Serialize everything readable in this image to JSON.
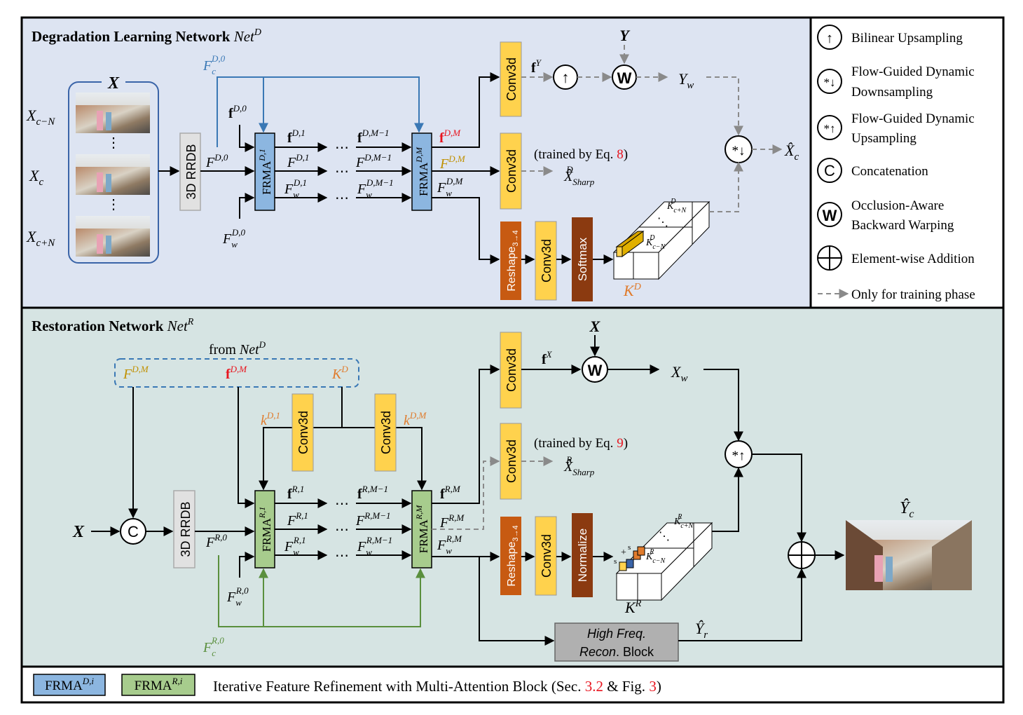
{
  "colors": {
    "deg_bg": "#dde4f2",
    "res_bg": "#d6e4e3",
    "frma_d": "#8cb6e0",
    "frma_r": "#a7cc8d",
    "conv": "#ffd24d",
    "reshape": "#c75a12",
    "softmax": "#8b3a10",
    "orange_text": "#e07b2c",
    "gold_text": "#c09000",
    "red_text": "#e8141e",
    "blue_text": "#3a78b5",
    "green_text": "#5a8f3d"
  },
  "deg": {
    "title": "Degradation Learning Network",
    "title_sym": "Net",
    "title_sup": "D",
    "x_label": "X",
    "inputs": [
      "X",
      "X",
      "X"
    ],
    "input_subs": [
      "c−N",
      "c",
      "c+N"
    ],
    "dots": "⋮",
    "rrdb": "3D RRDB",
    "fc": "F",
    "fc_sub": "c",
    "fc_sup": "D,0",
    "f_bold": "f",
    "f_sup0": "D,0",
    "F": "F",
    "F_sup0": "D,0",
    "Fw_sub": "w",
    "Fw_sup0": "D,0",
    "frma1": "FRMA",
    "frma1_sup": "D,1",
    "frmaM": "FRMA",
    "frmaM_sup": "D,M",
    "sup1": "D,1",
    "supM1": "D,M−1",
    "supM": "D,M",
    "ellipsis": "⋯",
    "conv": "Conv3d",
    "fY": "f",
    "fY_sup": "Y",
    "Y": "Y",
    "Yw": "Y",
    "Yw_sub": "w",
    "trained_pre": "(trained by Eq. ",
    "trained_num": "8",
    "trained_post": ")",
    "xsharp": "X̂",
    "xsharp_sub": "Sharp",
    "xsharp_sup": "D",
    "xc": "X̂",
    "xc_sub": "c",
    "reshape": "Reshape",
    "reshape_sub": "3→4",
    "softmax": "Softmax",
    "K": "K",
    "K_sup": "D",
    "kc_top": "K",
    "kc_top_sub": "c+N",
    "kc_top_sup": "D",
    "kc_bot": "K",
    "kc_bot_sub": "c−N",
    "kc_bot_sup": "D",
    "cube_dots": "⋱"
  },
  "legend": {
    "items": [
      {
        "sym": "↑",
        "label": "Bilinear Upsampling"
      },
      {
        "sym": "*↓",
        "label": "Flow-Guided Dynamic",
        "label2": "Downsampling"
      },
      {
        "sym": "*↑",
        "label": "Flow-Guided Dynamic",
        "label2": "Upsampling"
      },
      {
        "sym": "C",
        "label": "Concatenation"
      },
      {
        "sym": "W",
        "label": "Occlusion-Aware",
        "label2": "Backward Warping"
      },
      {
        "sym": "+",
        "label": "Element-wise Addition"
      },
      {
        "sym": "",
        "label": "Only for training phase"
      }
    ]
  },
  "res": {
    "title": "Restoration Network",
    "title_sym": "Net",
    "title_sup": "R",
    "from_pre": "from ",
    "from_sym": "Net",
    "from_sup": "D",
    "F_DM": "F",
    "F_DM_sup": "D,M",
    "f_DM": "f",
    "f_DM_sup": "D,M",
    "K_D": "K",
    "K_D_sup": "D",
    "k1": "k",
    "k1_sup": "D,1",
    "kM": "k",
    "kM_sup": "D,M",
    "X": "X",
    "concat": "C",
    "rrdb": "3D RRDB",
    "F": "F",
    "F_sup0": "R,0",
    "Fw_sub": "w",
    "Fw_sup0": "R,0",
    "fc_sub": "c",
    "fc_sup": "R,0",
    "frma1": "FRMA",
    "frma1_sup": "R,1",
    "frmaM": "FRMA",
    "frmaM_sup": "R,M",
    "sup1": "R,1",
    "supM1": "R,M−1",
    "supM": "R,M",
    "ellipsis": "⋯",
    "conv": "Conv3d",
    "fX": "f",
    "fX_sup": "X",
    "Xtop": "X",
    "Xw": "X",
    "Xw_sub": "w",
    "trained_pre": "(trained by Eq. ",
    "trained_num": "9",
    "trained_post": ")",
    "xsharp": "X̂",
    "xsharp_sub": "Sharp",
    "xsharp_sup": "R",
    "reshape": "Reshape",
    "reshape_sub": "3→4",
    "normalize": "Normalize",
    "K": "K",
    "K_sup": "R",
    "kc_top": "K",
    "kc_top_sub": "c+N",
    "kc_top_sup": "R",
    "kc_bot": "K",
    "kc_bot_sub": "c−N",
    "kc_bot_sup": "R",
    "hf1": "High Freq.",
    "hf2a": "Recon",
    "hf2b": ". Block",
    "yr": "Ŷ",
    "yr_sub": "r",
    "yc": "Ŷ",
    "yc_sub": "c",
    "cube_s": "s",
    "cube_plus": "+",
    "cube_dots": "⋱"
  },
  "footer": {
    "frma_d": "FRMA",
    "frma_d_sup": "D,i",
    "frma_r": "FRMA",
    "frma_r_sup": "R,i",
    "desc_pre": "Iterative Feature Refinement with Multi-Attention Block (Sec. ",
    "sec": "3.2",
    "desc_mid": " & Fig. ",
    "fig": "3",
    "desc_post": ")"
  }
}
